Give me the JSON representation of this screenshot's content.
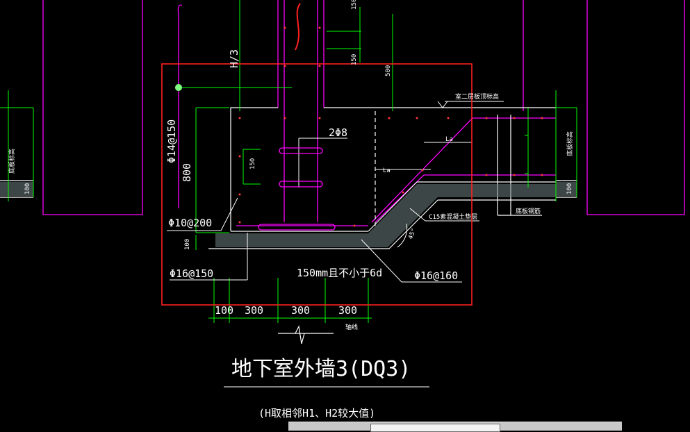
{
  "title": "地下室外墙3(DQ3)",
  "subtitle": "(H取相邻H1、H2较大值)",
  "annotations": {
    "h_over_3": "H/3",
    "rebar_wall": "Φ14@150",
    "wall_height": "800",
    "stirrup": "2Φ8",
    "spacing_150_top": "150",
    "spacing_150_mid": "150",
    "spacing_150_low": "150",
    "dim_500": "500",
    "la_upper": "La",
    "la_lower": "La",
    "rebar_bottom_left": "Φ10@200",
    "thickness_100": "100",
    "rebar_phi16_150": "Φ16@150",
    "note_150": "150mm且不小于6d",
    "rebar_phi16_160": "Φ16@160",
    "c15": "C15素混凝土垫层",
    "angle_45": "45°",
    "floor_level_top": "室二层板顶标高",
    "slab_bottom": "底板钢筋",
    "left_floor": "底板标高",
    "right_floor": "底板标高",
    "left_100": "100",
    "right_100": "100",
    "axis_label": "轴线",
    "dim_bottom": [
      "100",
      "300",
      "300",
      "300"
    ]
  },
  "colors": {
    "green": "#00ff00",
    "magenta": "#ff00ff",
    "red": "#ff2020",
    "white": "#ffffff",
    "cyan": "#9fffff"
  }
}
